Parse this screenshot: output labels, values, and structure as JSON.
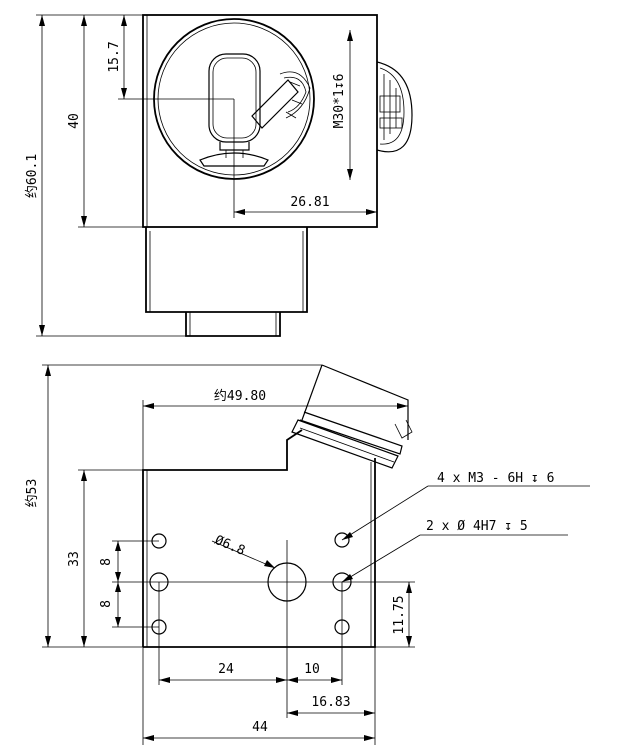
{
  "top_view": {
    "dim_total_height": "约60.1",
    "dim_body_height": "40",
    "dim_center_height": "15.7",
    "dim_center_offset": "26.81",
    "thread_callout": "M30*1↧6"
  },
  "bottom_view": {
    "dim_total_height": "约53",
    "dim_overall_width": "约49.80",
    "dim_body_height": "33",
    "dim_hole_pitch_upper": "8",
    "dim_hole_pitch_lower": "8",
    "dim_center_hole": "Ø6.8",
    "dim_hole_height": "11.75",
    "dim_24": "24",
    "dim_10": "10",
    "dim_16_83": "16.83",
    "dim_width": "44",
    "callout_threaded_holes": "4 x  M3 - 6H ↧ 6",
    "callout_dowel_holes": "2 x  Ø  4H7 ↧ 5"
  }
}
